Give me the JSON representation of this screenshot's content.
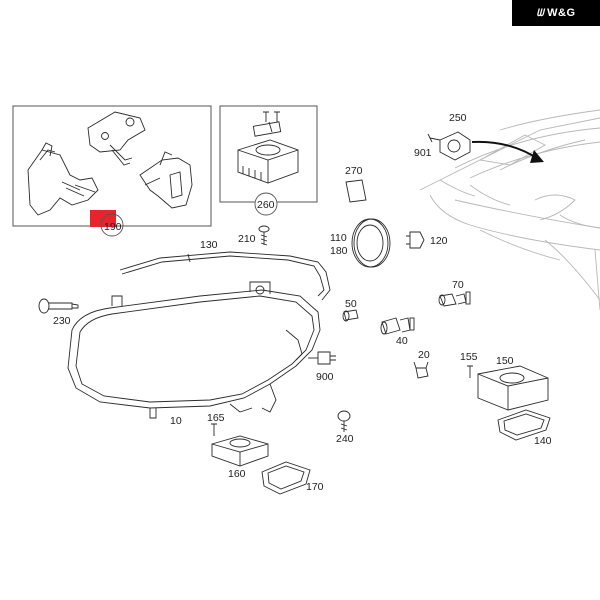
{
  "brand": {
    "mark": "ᗯ",
    "name": "W&G"
  },
  "diagram": {
    "callouts": [
      {
        "id": "c190",
        "label": "190"
      },
      {
        "id": "c260",
        "label": "260"
      },
      {
        "id": "c250",
        "label": "250"
      },
      {
        "id": "c901",
        "label": "901"
      },
      {
        "id": "c270",
        "label": "270"
      },
      {
        "id": "c210",
        "label": "210"
      },
      {
        "id": "c130",
        "label": "130"
      },
      {
        "id": "c110",
        "label": "110"
      },
      {
        "id": "c180",
        "label": "180"
      },
      {
        "id": "c120",
        "label": "120"
      },
      {
        "id": "c70",
        "label": "70"
      },
      {
        "id": "c50",
        "label": "50"
      },
      {
        "id": "c230",
        "label": "230"
      },
      {
        "id": "c40",
        "label": "40"
      },
      {
        "id": "c20",
        "label": "20"
      },
      {
        "id": "c155",
        "label": "155"
      },
      {
        "id": "c150",
        "label": "150"
      },
      {
        "id": "c900",
        "label": "900"
      },
      {
        "id": "c10",
        "label": "10"
      },
      {
        "id": "c165",
        "label": "165"
      },
      {
        "id": "c240",
        "label": "240"
      },
      {
        "id": "c140",
        "label": "140"
      },
      {
        "id": "c160",
        "label": "160"
      },
      {
        "id": "c170",
        "label": "170"
      }
    ],
    "highlight_color": "#e8242b"
  }
}
